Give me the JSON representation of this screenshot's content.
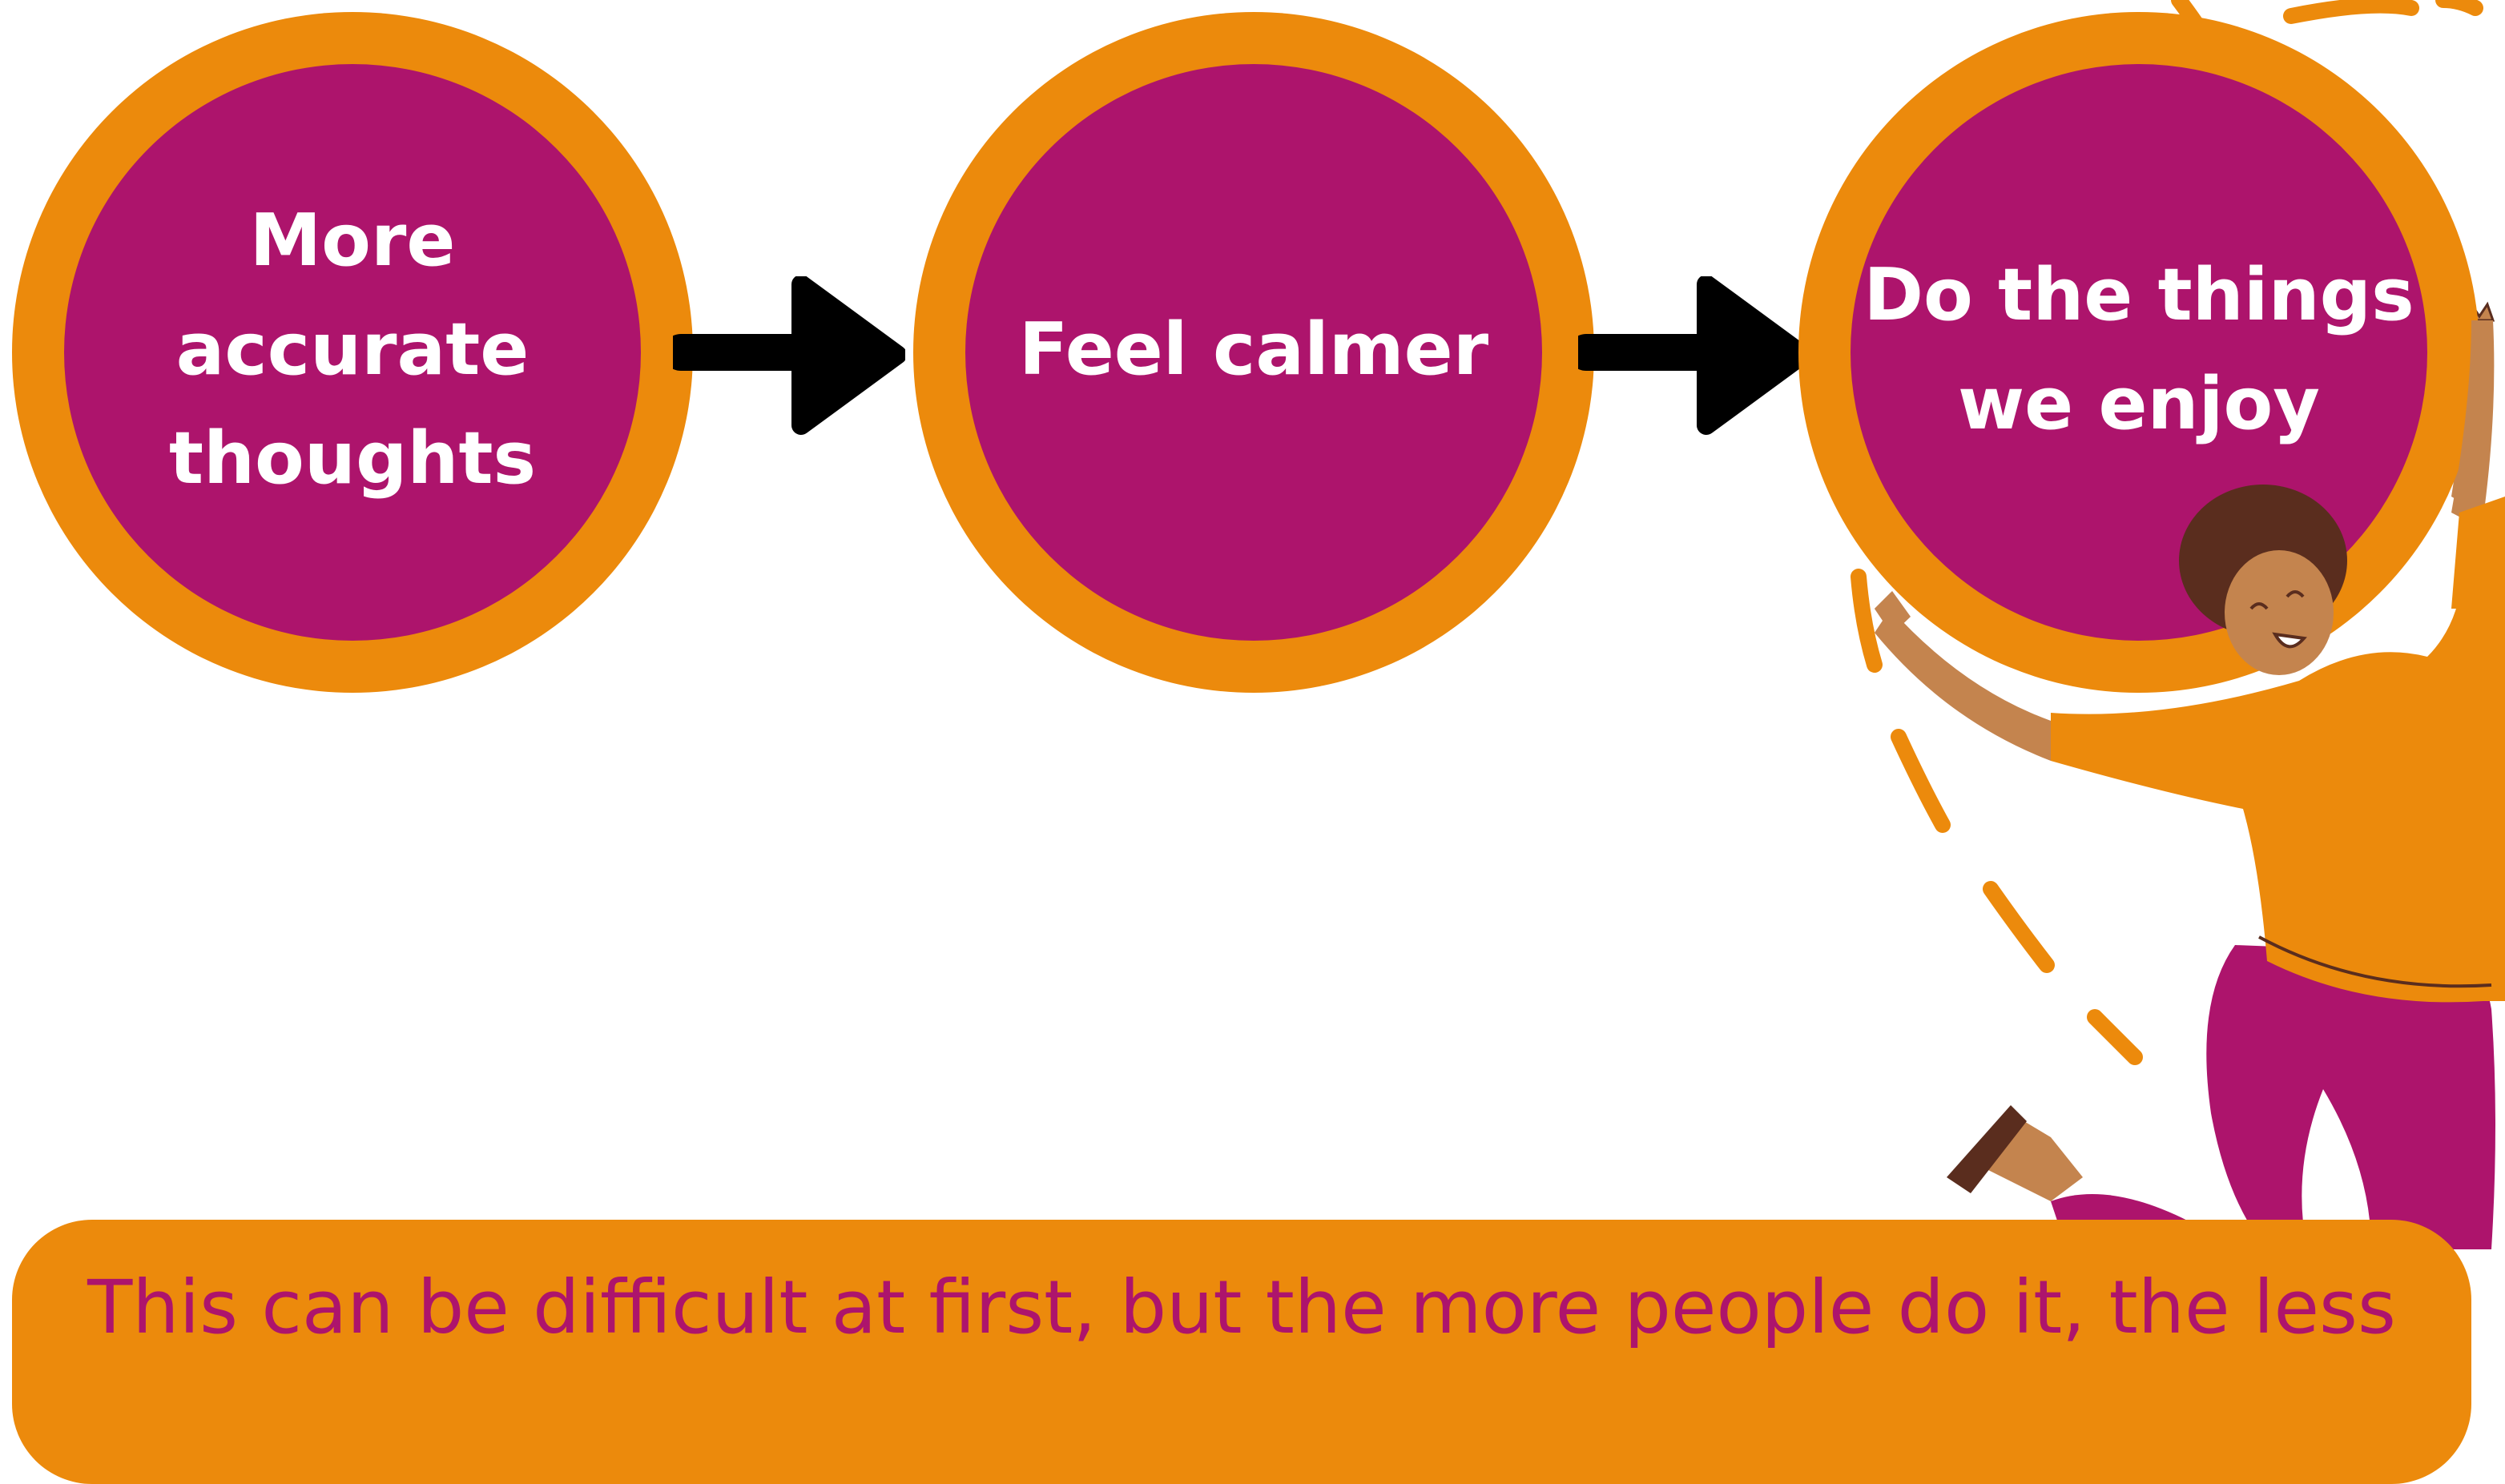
{
  "flow": {
    "steps": [
      {
        "label_line1": "More accurate",
        "label_line2": "thoughts"
      },
      {
        "label_line1": "Feel calmer",
        "label_line2": ""
      },
      {
        "label_line1": "Do the things",
        "label_line2": "we enjoy"
      }
    ]
  },
  "banner": {
    "text": "This can be difficult at first, but the more people do it, the less"
  },
  "colors": {
    "ring": "#ec8a0c",
    "fill": "#ad146c",
    "arrow": "#000000",
    "step_text": "#ffffff",
    "banner_bg": "#ec8a0c",
    "banner_text": "#ad146c"
  },
  "icons": {
    "arrow": "arrow-right-icon",
    "figure": "jumping-woman-illustration"
  }
}
